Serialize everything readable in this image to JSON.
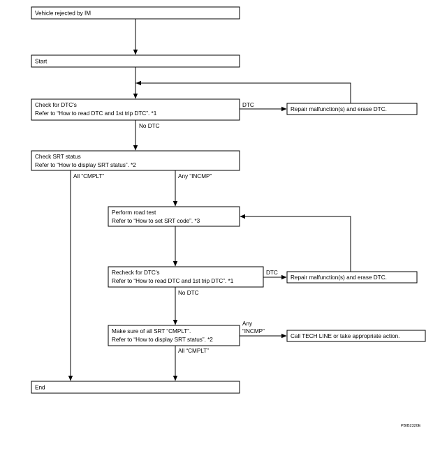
{
  "boxes": {
    "vehicle_rejected": "Vehicle rejected by IM",
    "start": "Start",
    "check_dtc": {
      "line1": "Check for DTC's",
      "line2": "Refer to “How to read DTC and 1st trip DTC”. *1"
    },
    "repair_1": "Repair malfunction(s) and erase DTC.",
    "check_srt": {
      "line1": "Check SRT status",
      "line2": "Refer to “How to display SRT status”. *2"
    },
    "road_test": {
      "line1": "Perform road test",
      "line2": "Refer to “How to set SRT code”. *3"
    },
    "recheck_dtc": {
      "line1": "Recheck for DTC's",
      "line2": "Refer to “How to read DTC and 1st trip DTC”. *1"
    },
    "repair_2": "Repair malfunction(s) and erase DTC.",
    "make_sure": {
      "line1": "Make sure of all SRT “CMPLT”.",
      "line2": "Refer to “How to display SRT status”. *2"
    },
    "tech_line": "Call TECH LINE or take appropriate action.",
    "end": "End"
  },
  "labels": {
    "dtc_1": "DTC",
    "no_dtc_1": "No DTC",
    "all_cmplt_1": "All “CMPLT”",
    "any_incmp_1": "Any “INCMP”",
    "dtc_2": "DTC",
    "no_dtc_2": "No DTC",
    "any_incmp_2_line1": "Any",
    "any_incmp_2_line2": "“INCMP”",
    "all_cmplt_2": "All “CMPLT”"
  },
  "figure_code": "PBIB2320E"
}
